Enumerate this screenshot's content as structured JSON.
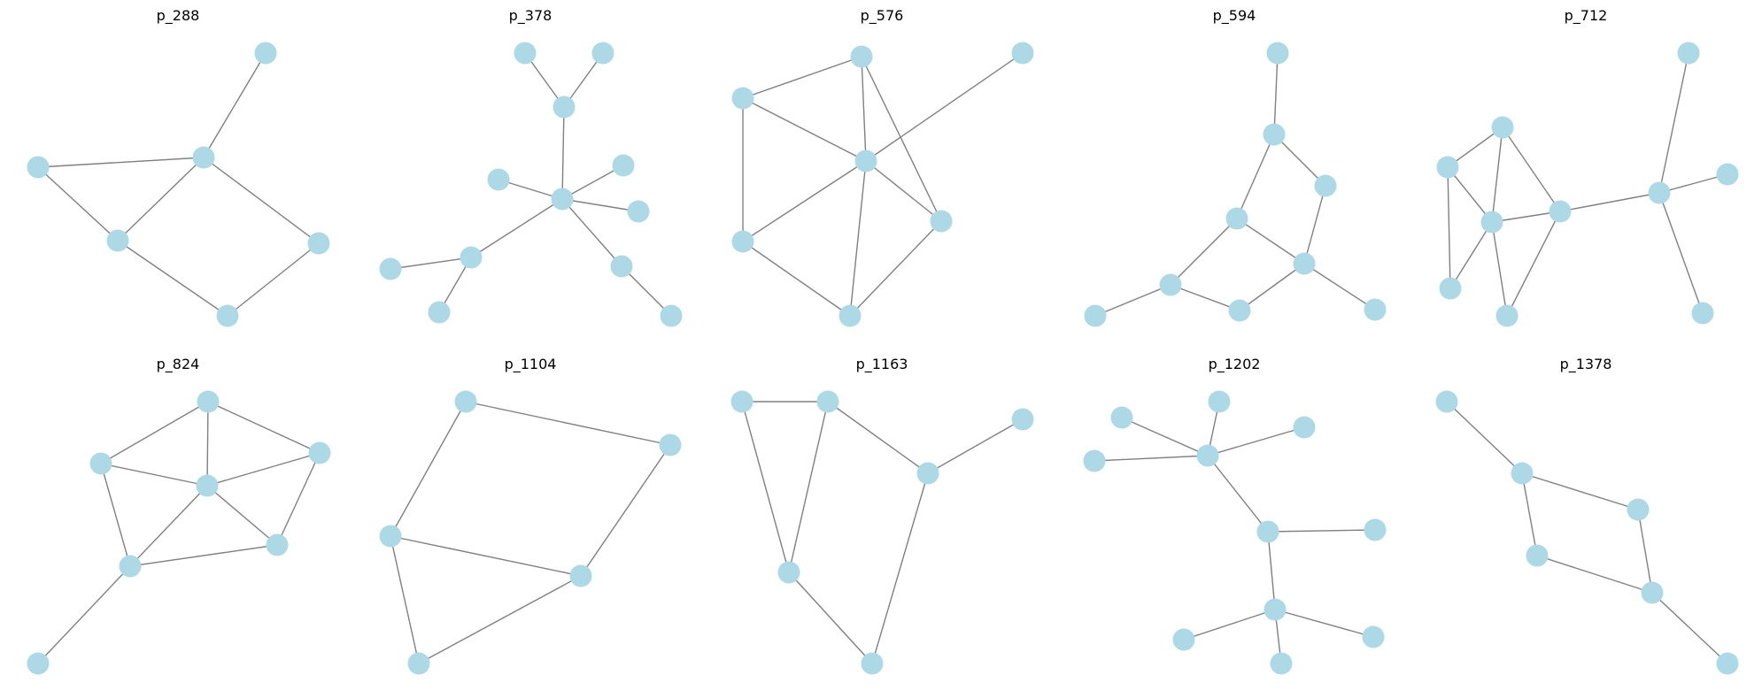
{
  "colors": {
    "node": "#add8e6",
    "edge": "#808080",
    "title": "#000000",
    "background": "#ffffff"
  },
  "panels": [
    {
      "title": "p_288"
    },
    {
      "title": "p_378"
    },
    {
      "title": "p_576"
    },
    {
      "title": "p_594"
    },
    {
      "title": "p_712"
    },
    {
      "title": "p_824"
    },
    {
      "title": "p_1104"
    },
    {
      "title": "p_1163"
    },
    {
      "title": "p_1202"
    },
    {
      "title": "p_1378"
    }
  ]
}
